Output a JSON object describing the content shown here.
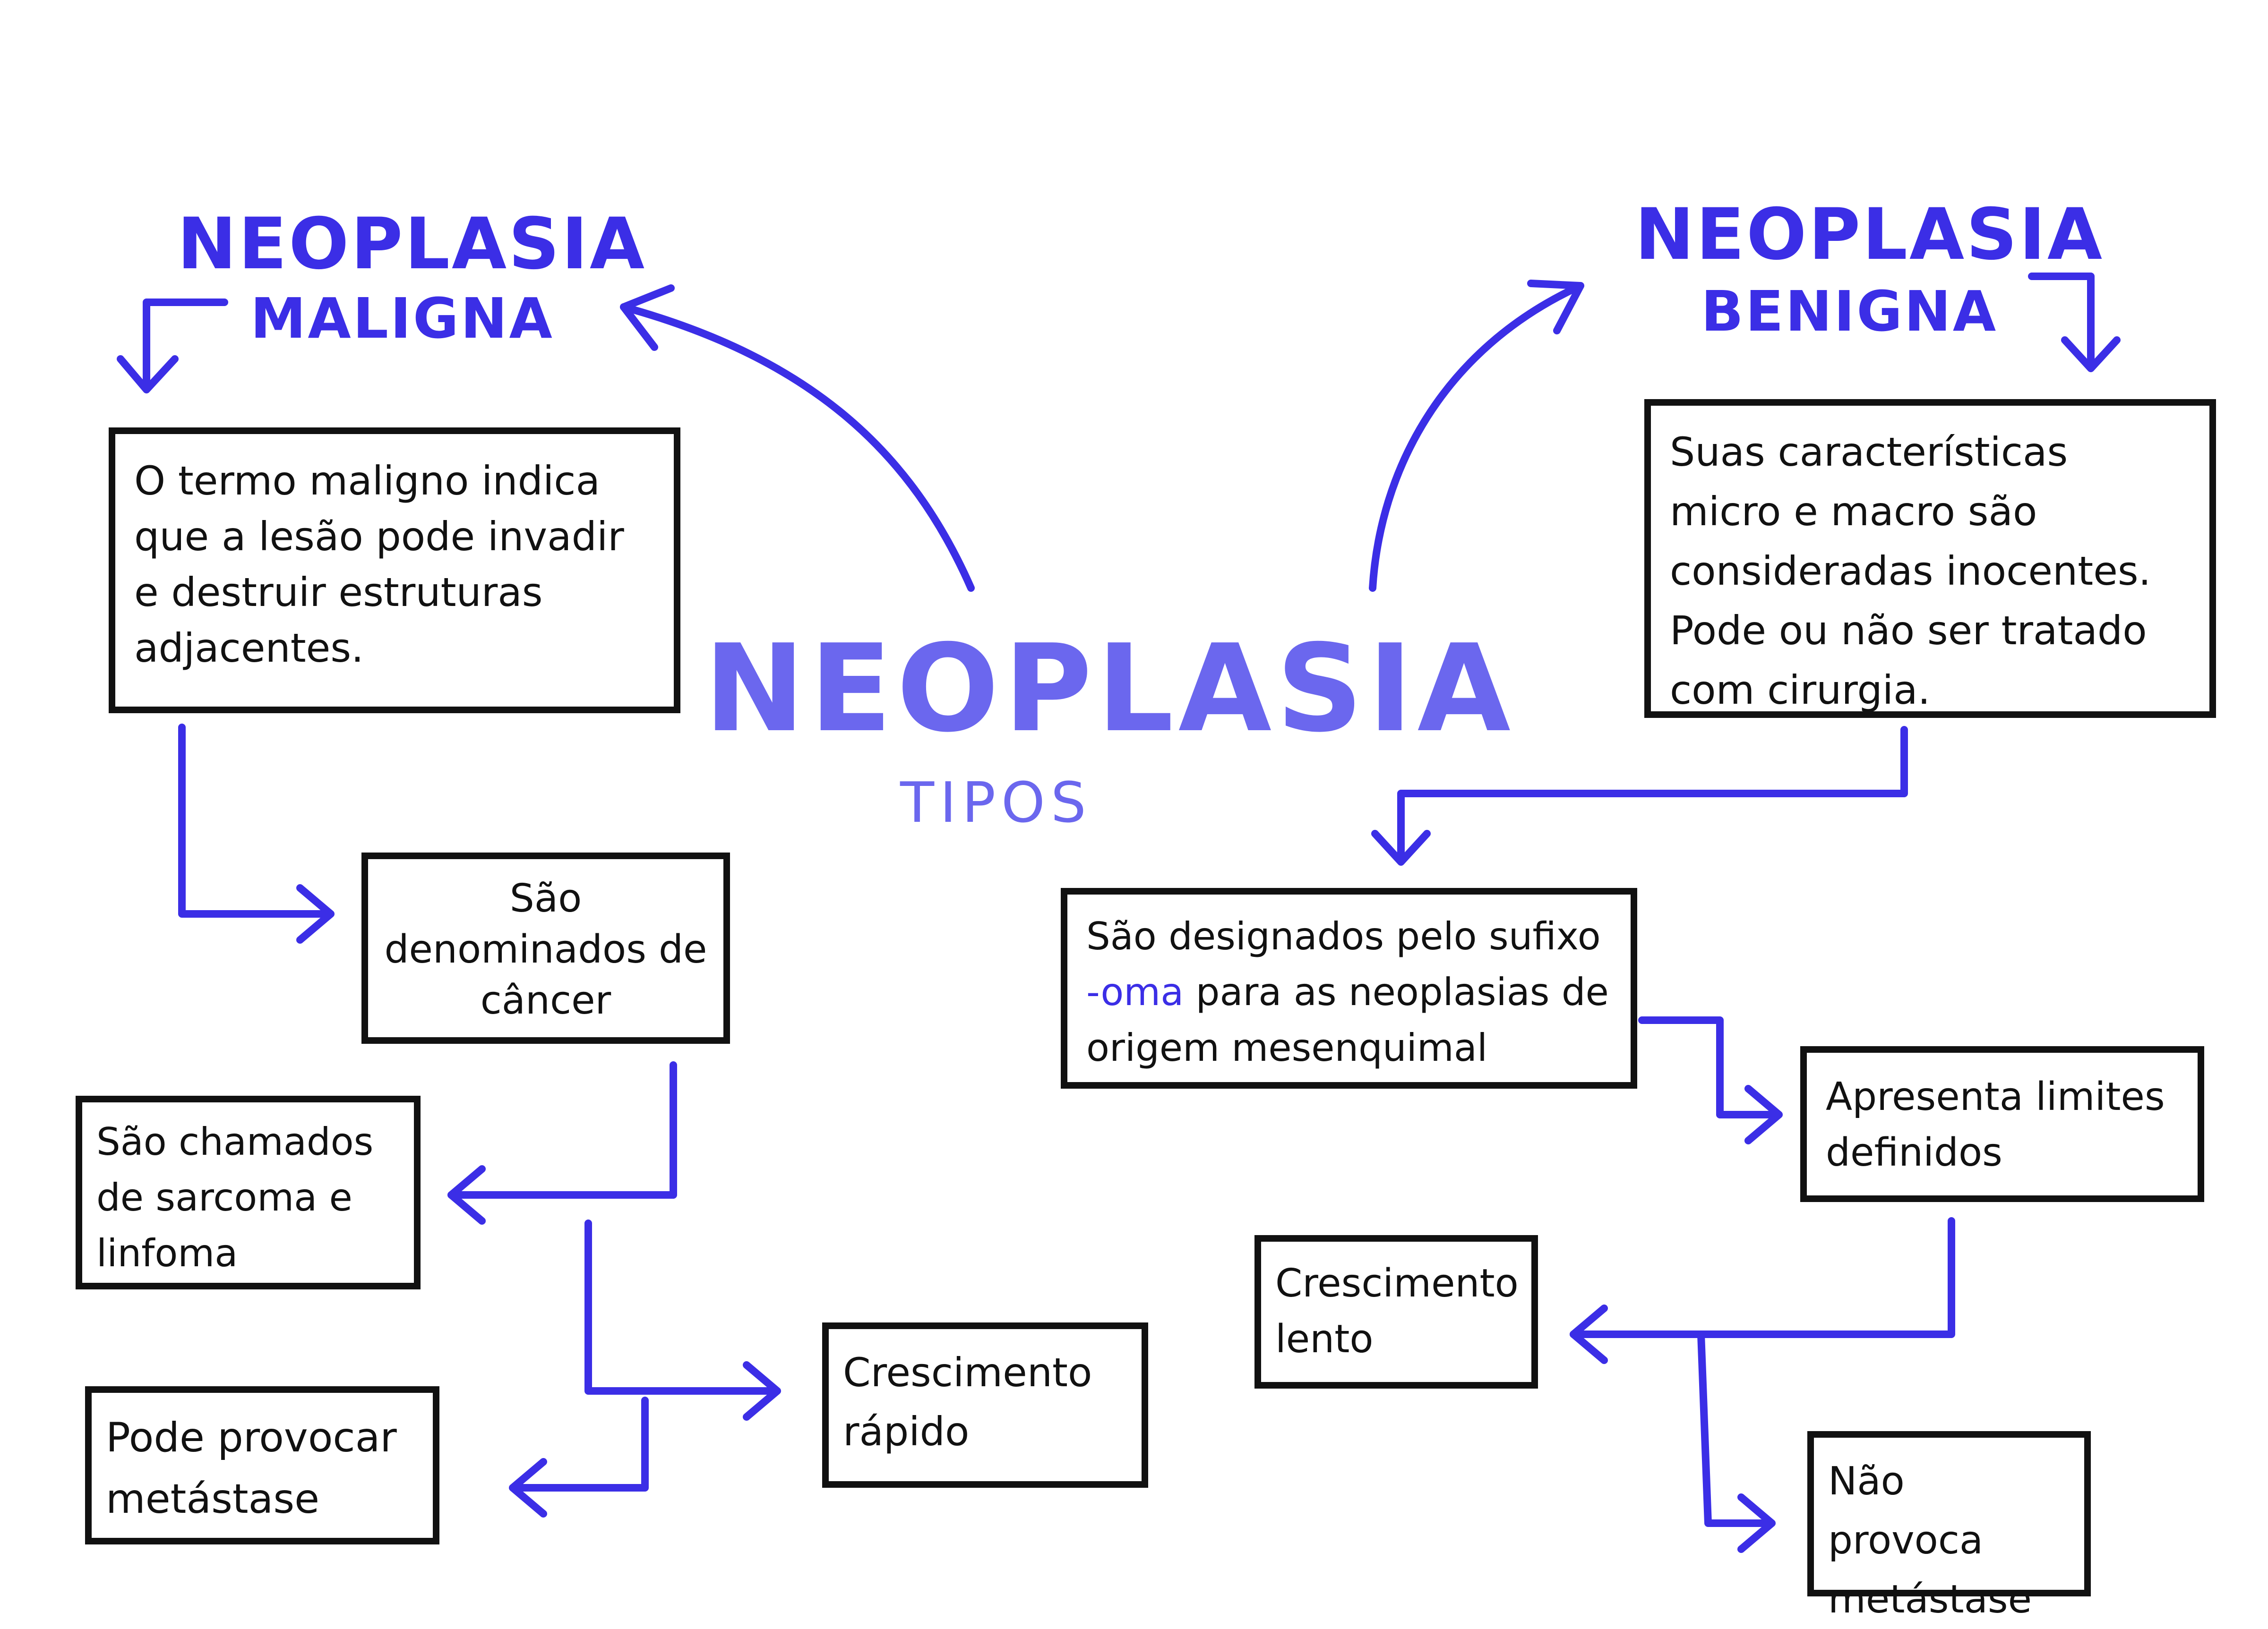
{
  "main": {
    "title": "NEOPLASIA",
    "subtitle": "TIPOS"
  },
  "maligna": {
    "heading_line1": "NEOPLASIA",
    "heading_line2": "MALIGNA",
    "definition": "O termo maligno indica que a lesão pode invadir e destruir estruturas adjacentes.",
    "denomination": "São denominados de câncer",
    "names": "São chamados de sarcoma e linfoma",
    "growth": "Crescimento rápido",
    "metastasis": "Pode provocar metástase"
  },
  "benigna": {
    "heading_line1": "NEOPLASIA",
    "heading_line2": "BENIGNA",
    "definition": "Suas características micro e macro são consideradas inocentes. Pode ou não ser tratado com cirurgia.",
    "suffix_before": "São designados pelo sufixo ",
    "suffix": "-oma",
    "suffix_after": " para as neoplasias de origem mesenquimal",
    "limits": "Apresenta limites definidos",
    "growth": "Crescimento lento",
    "metastasis": "Não provoca metástase"
  },
  "colors": {
    "accent": "#3b2ee6",
    "title": "#6b67ee",
    "border": "#111111"
  }
}
